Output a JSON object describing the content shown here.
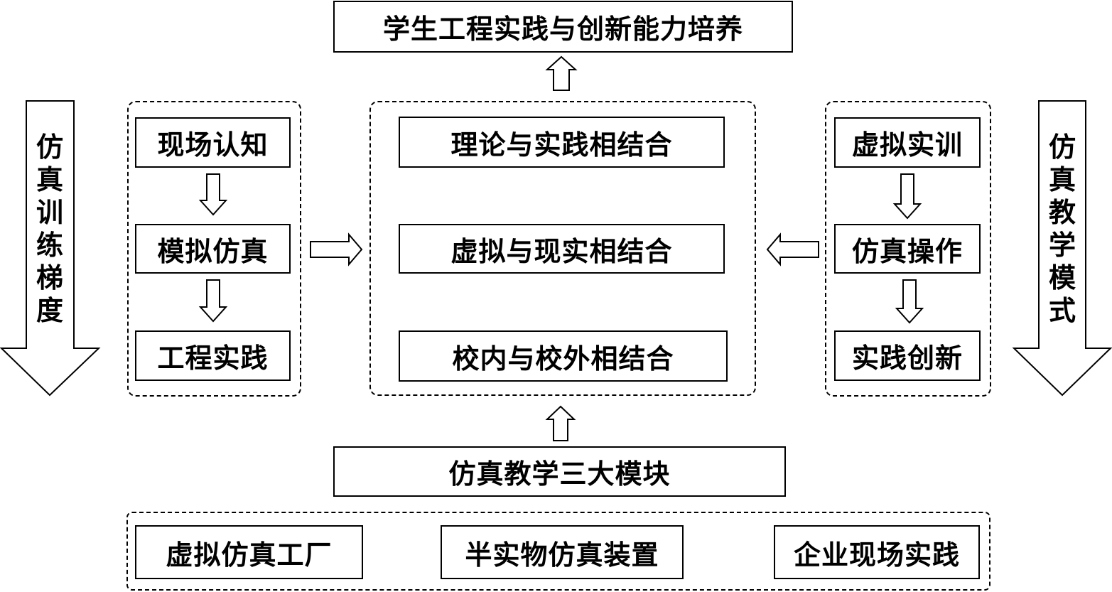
{
  "goal": "学生工程实践与创新能力培养",
  "left_side_label": "仿真训练梯度",
  "right_side_label": "仿真教学模式",
  "left_steps": [
    "现场认知",
    "模拟仿真",
    "工程实践"
  ],
  "center_items": [
    "理论与实践相结合",
    "虚拟与现实相结合",
    "校内与校外相结合"
  ],
  "right_steps": [
    "虚拟实训",
    "仿真操作",
    "实践创新"
  ],
  "modules_title": "仿真教学三大模块",
  "modules": [
    "虚拟仿真工厂",
    "半实物仿真装置",
    "企业现场实践"
  ]
}
